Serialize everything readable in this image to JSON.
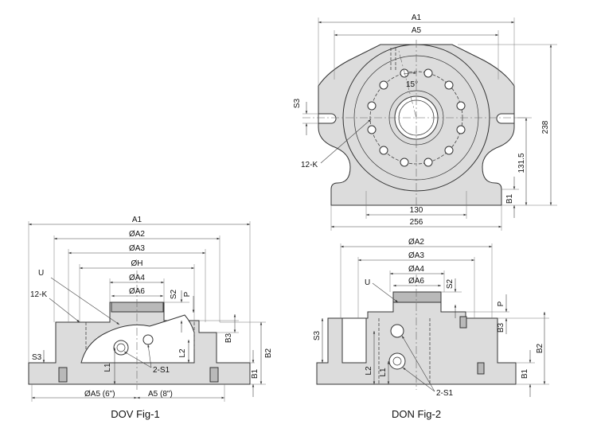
{
  "fig1": {
    "caption": "DOV  Fig-1",
    "labels": {
      "A1": "A1",
      "A2": "ØA2",
      "A3": "ØA3",
      "H": "ØH",
      "A4": "ØA4",
      "A6": "ØA6",
      "U": "U",
      "K": "12-K",
      "S2": "S2",
      "P": "P",
      "B3": "B3",
      "B2": "B2",
      "B1": "B1",
      "L1": "L1",
      "L2": "L2",
      "S1": "2-S1",
      "S3": "S3",
      "A5_6": "ØA5 (6\")",
      "A5_8": "A5 (8\")"
    }
  },
  "fig2": {
    "caption": "DON  Fig-2",
    "labels": {
      "A2": "ØA2",
      "A3": "ØA3",
      "A4": "ØA4",
      "A6": "ØA6",
      "U": "U",
      "S2": "S2",
      "P": "P",
      "B3": "B3",
      "B2": "B2",
      "B1": "B1",
      "L1": "L1",
      "L2": "L2",
      "S1": "2-S1",
      "S3": "S3"
    }
  },
  "top": {
    "labels": {
      "A1": "A1",
      "A5": "A5",
      "S3": "S3",
      "K": "12-K",
      "angle": "15°",
      "d238": "238",
      "d131": "131.5",
      "d130": "130",
      "d256": "256",
      "B1": "B1"
    }
  }
}
